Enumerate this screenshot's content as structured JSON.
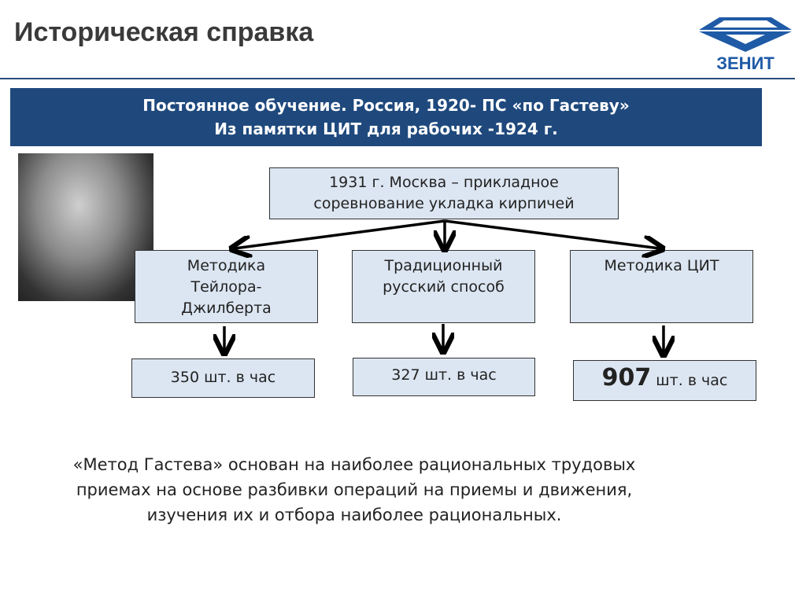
{
  "header": {
    "title": "Историческая справка",
    "logo_text": "ЗЕНИТ"
  },
  "banner": {
    "line1": "Постоянное обучение. Россия, 1920- ПС «по Гастеву»",
    "line2": "Из памятки ЦИТ для рабочих -1924 г."
  },
  "diagram": {
    "root": {
      "line1": "1931 г. Москва – прикладное",
      "line2": "соревнование укладка кирпичей"
    },
    "methods": [
      {
        "label": "Методика Тейлора-Джилберта",
        "result": "350 шт. в час"
      },
      {
        "label": "Традиционный русский способ",
        "result": "327 шт. в час"
      },
      {
        "label": "Методика ЦИТ",
        "result_number": "907",
        "result_unit": "шт. в час"
      }
    ]
  },
  "paragraph": "«Метод Гастева» основан на наиболее рациональных трудовых приемах на основе разбивки операций на приемы и движения, изучения их и отбора наиболее рациональных."
}
